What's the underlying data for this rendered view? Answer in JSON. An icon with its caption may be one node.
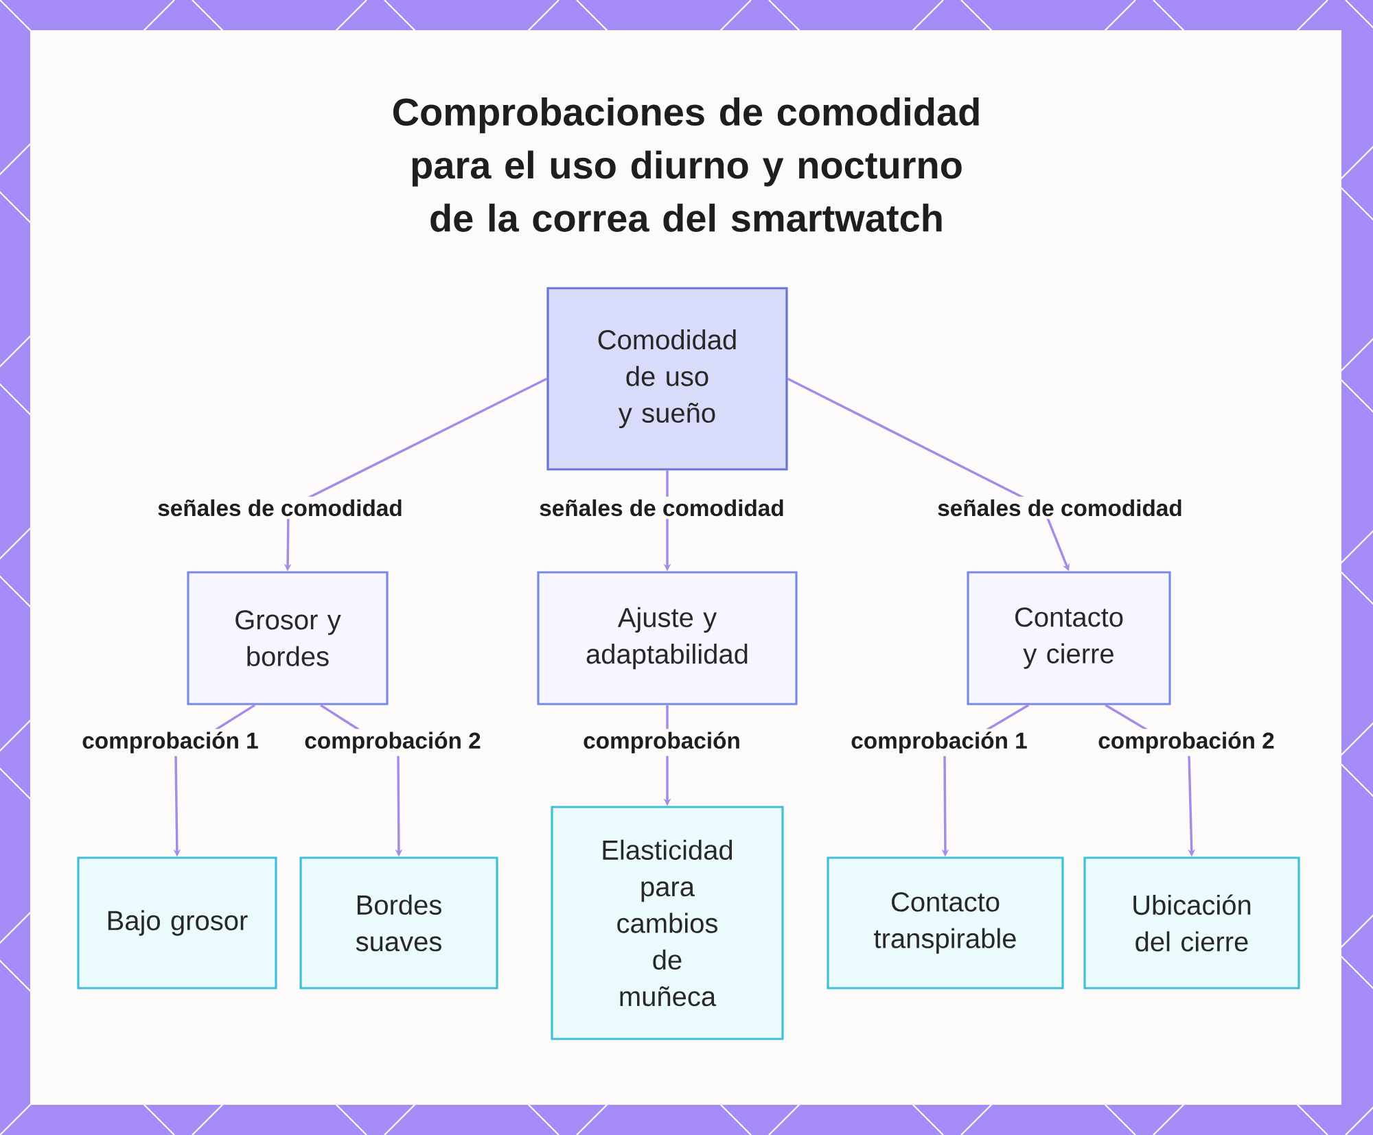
{
  "diagram": {
    "title": "Comprobaciones de comodidad para el uso diurno y nocturno de la correa del smartwatch",
    "nodes": [
      {
        "text": [
          "Comodidad de uso y sueño"
        ]
      },
      {
        "text": [
          "Grosor y bordes"
        ]
      },
      {
        "text": [
          "Ajuste y adaptabilidad"
        ]
      },
      {
        "text": [
          "Contacto y cierre"
        ]
      },
      {
        "text": [
          "Bajo grosor"
        ]
      },
      {
        "text": [
          "Bordes suaves"
        ]
      },
      {
        "text": [
          "Elasticidad para cambios de muñeca"
        ]
      },
      {
        "text": [
          "Contacto transpirable"
        ]
      },
      {
        "text": [
          "Ubicación del cierre"
        ]
      }
    ],
    "edges": [
      {
        "from": 0,
        "to": 1,
        "arrow": "to",
        "label": "señales de comodidad"
      },
      {
        "from": 0,
        "to": 2,
        "arrow": "to",
        "label": "señales de comodidad"
      },
      {
        "from": 0,
        "to": 3,
        "arrow": "to",
        "label": "señales de comodidad"
      },
      {
        "from": 1,
        "to": 4,
        "arrow": "to",
        "label": "comprobación 1"
      },
      {
        "from": 1,
        "to": 5,
        "arrow": "to",
        "label": "comprobación 2"
      },
      {
        "from": 2,
        "to": 6,
        "arrow": "to",
        "label": "comprobación"
      },
      {
        "from": 3,
        "to": 7,
        "arrow": "to",
        "label": "comprobación 1"
      },
      {
        "from": 3,
        "to": 8,
        "arrow": "to",
        "label": "comprobación 2"
      }
    ]
  }
}
